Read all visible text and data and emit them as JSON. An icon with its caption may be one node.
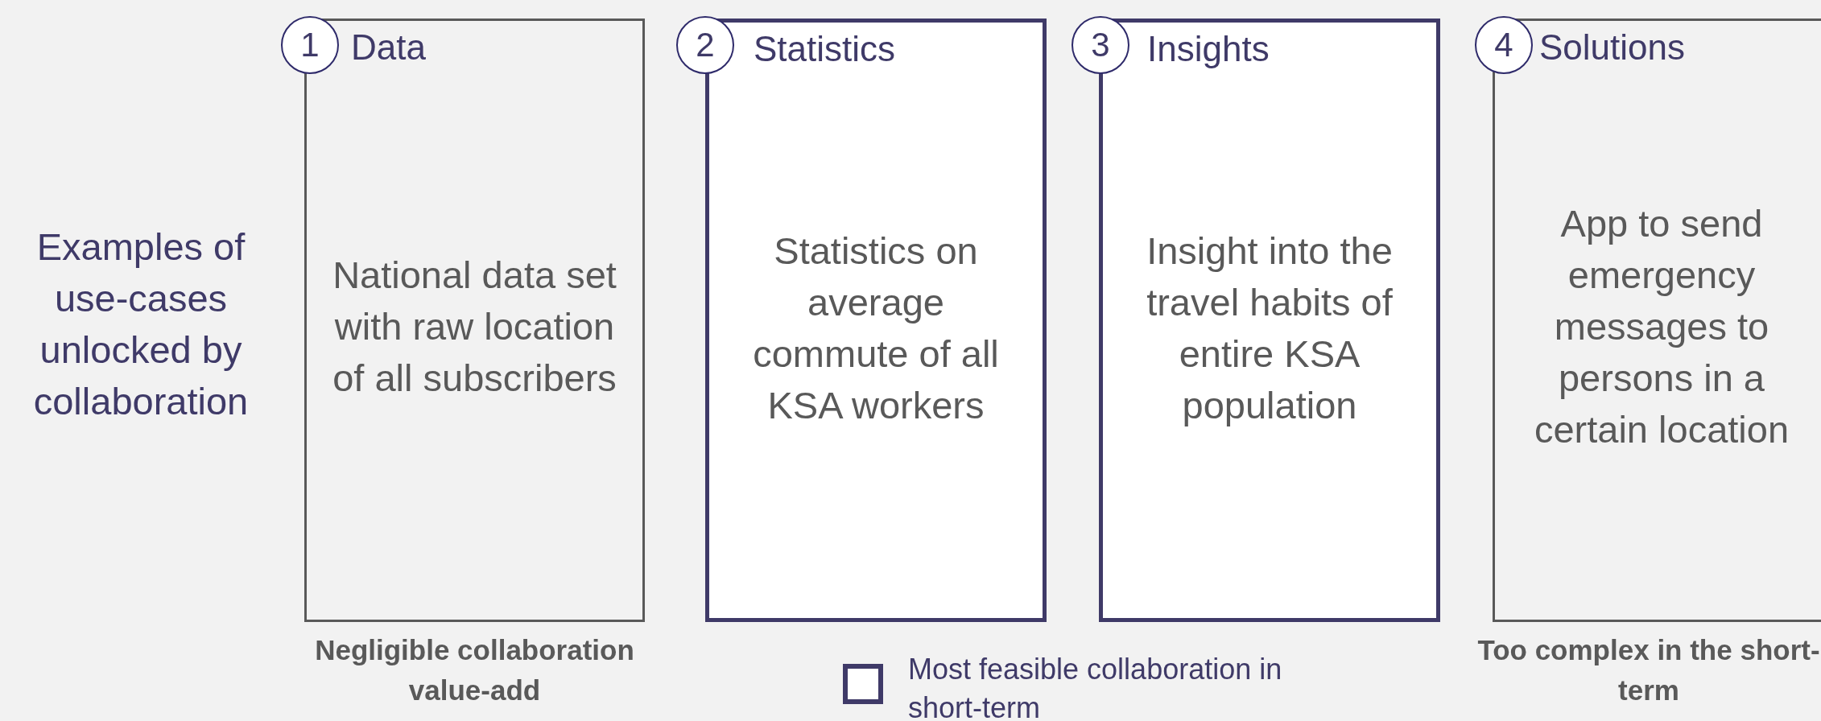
{
  "diagram": {
    "nodes": [
      {
        "text": [
          "1"
        ]
      },
      {
        "text": [
          "Data",
          "National data set with raw location of all subscribers"
        ],
        "beside": [
          "Negligible collaboration value-add"
        ]
      },
      {
        "text": [
          "2"
        ]
      },
      {
        "text": [
          "Statistics",
          "Statistics on average commute of all KSA workers"
        ]
      },
      {
        "text": [
          "3"
        ]
      },
      {
        "text": [
          "Insights",
          "Insight into the travel habits of entire KSA population"
        ]
      },
      {
        "text": [
          "4"
        ]
      },
      {
        "text": [
          "Solutions",
          "App to send emergency messages to persons in a certain location"
        ],
        "beside": [
          "Too complex in the short-term"
        ]
      }
    ],
    "labels": [
      "Examples of use-cases unlocked by collaboration"
    ],
    "legend": [
      {
        "text": "Most feasible collaboration in short-term"
      }
    ]
  }
}
